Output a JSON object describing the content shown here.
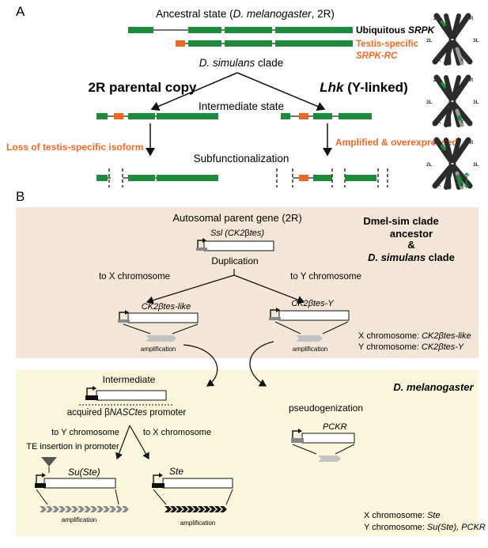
{
  "panel_a": {
    "label": "A",
    "ancestral_prefix": "Ancestral state (",
    "ancestral_species": "D. melanogaster",
    "ancestral_suffix": ", 2R)",
    "ubiquitous_prefix": "Ubiquitous ",
    "ubiquitous_gene": "SRPK",
    "testis_line1": "Testis-specific",
    "testis_line2": "SRPK-RC",
    "clade": "D. simulans",
    "clade_suffix": " clade",
    "parental_copy": "2R parental copy",
    "lhk_name": "Lhk",
    "lhk_suffix": " (Y-linked)",
    "intermediate": "Intermediate state",
    "loss": "Loss of testis-specific isoform",
    "amplified": "Amplified & overexpressed",
    "subfunc": "Subfunctionalization",
    "chrom_labels": {
      "c2r": "2R",
      "c3r": "3R",
      "c2l": "2L",
      "c3l": "3L",
      "cx": "X",
      "cy": "Y",
      "c4": "4"
    }
  },
  "panel_b": {
    "label": "B",
    "autosomal": "Autosomal parent gene (2R)",
    "ssl_prefix": "Ssl (CK2",
    "ssl_beta": "β",
    "ssl_suffix": "tes)",
    "duplication": "Duplication",
    "to_x_1": "to X chromosome",
    "to_y_1": "to Y chromosome",
    "ck_like": "CK2βtes-like",
    "ck_y": "CK2βtes-Y",
    "amp": "amplification",
    "dmel_sim_1": "Dmel-sim clade",
    "dmel_sim_2": "ancestor",
    "dmel_sim_3": "&",
    "dmel_sim_4_it": "D. simulans",
    "dmel_sim_4_rest": " clade",
    "xchrom_prefix": "X chromosome: ",
    "xchrom_val": "CK2βtes-like",
    "ychrom_prefix": "Y chromosome: ",
    "ychrom_val": "CK2βtes-Y",
    "intermediate": "Intermediate",
    "acquired_prefix": "acquired β",
    "acquired_gene": "NASCtes",
    "acquired_suffix": " promoter",
    "to_y_2": "to Y chromosome",
    "to_x_2": "to X chromosome",
    "te_insertion": "TE insertion in promoter",
    "suste": "Su(Ste)",
    "ste": "Ste",
    "pseudo": "pseudogenization",
    "pckr": "PCKR",
    "dmel": "D. melanogaster",
    "x2_prefix": "X chromosome: ",
    "x2_val": "Ste",
    "y2_prefix": "Y chromosome: ",
    "y2_val": "Su(Ste), PCKR"
  },
  "colors": {
    "green": "#1d8a3e",
    "orange": "#ee6a24",
    "tan_bg": "#f4e6d8",
    "yellow_bg": "#fbf7dc",
    "gray": "#8a8a8a",
    "light_gray": "#b9b9b9"
  }
}
